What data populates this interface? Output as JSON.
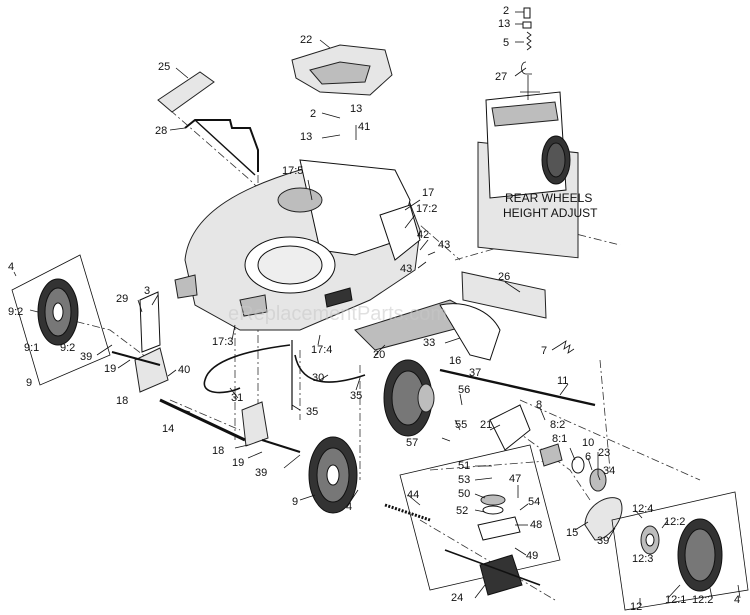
{
  "callouts": {
    "c2a": "2",
    "c13a": "13",
    "c5": "5",
    "c27": "27",
    "c22": "22",
    "c25": "25",
    "c28": "28",
    "c2b": "2",
    "c13b": "13",
    "c13c": "13",
    "c41": "41",
    "c17_5": "17:5",
    "c17": "17",
    "c17_2": "17:2",
    "c42": "42",
    "c43a": "43",
    "c43b": "43",
    "c4a": "4",
    "c9_2a": "9:2",
    "c9_1": "9:1",
    "c9_2b": "9:2",
    "c9a": "9",
    "c29": "29",
    "c3": "3",
    "c39a": "39",
    "c19a": "19",
    "c40": "40",
    "c18a": "18",
    "c17_3": "17:3",
    "c17_4": "17:4",
    "c20": "20",
    "c33": "33",
    "c16": "16",
    "c37": "37",
    "c26": "26",
    "c7": "7",
    "c11": "11",
    "c31": "31",
    "c30": "30",
    "c35a": "35",
    "c35b": "35",
    "c14": "14",
    "c18b": "18",
    "c19b": "19",
    "c39b": "39",
    "c56": "56",
    "c55": "55",
    "c57": "57",
    "c21": "21",
    "c8": "8",
    "c8_2": "8:2",
    "c8_1": "8:1",
    "c10": "10",
    "c6": "6",
    "c23": "23",
    "c34": "34",
    "c51": "51",
    "c53": "53",
    "c47": "47",
    "c50": "50",
    "c54": "54",
    "c52": "52",
    "c48": "48",
    "c49": "49",
    "c44": "44",
    "c9b": "9",
    "c4b": "4",
    "c15": "15",
    "c39c": "39",
    "c12_4": "12:4",
    "c12_2a": "12:2",
    "c12_3": "12:3",
    "c24": "24",
    "c12": "12",
    "c12_1": "12:1",
    "c12_2b": "12:2",
    "c4c": "4"
  },
  "inset_caption": {
    "line1": "REAR WHEELS",
    "line2": "HEIGHT ADJUST"
  },
  "watermark": "eReplacementParts.com"
}
